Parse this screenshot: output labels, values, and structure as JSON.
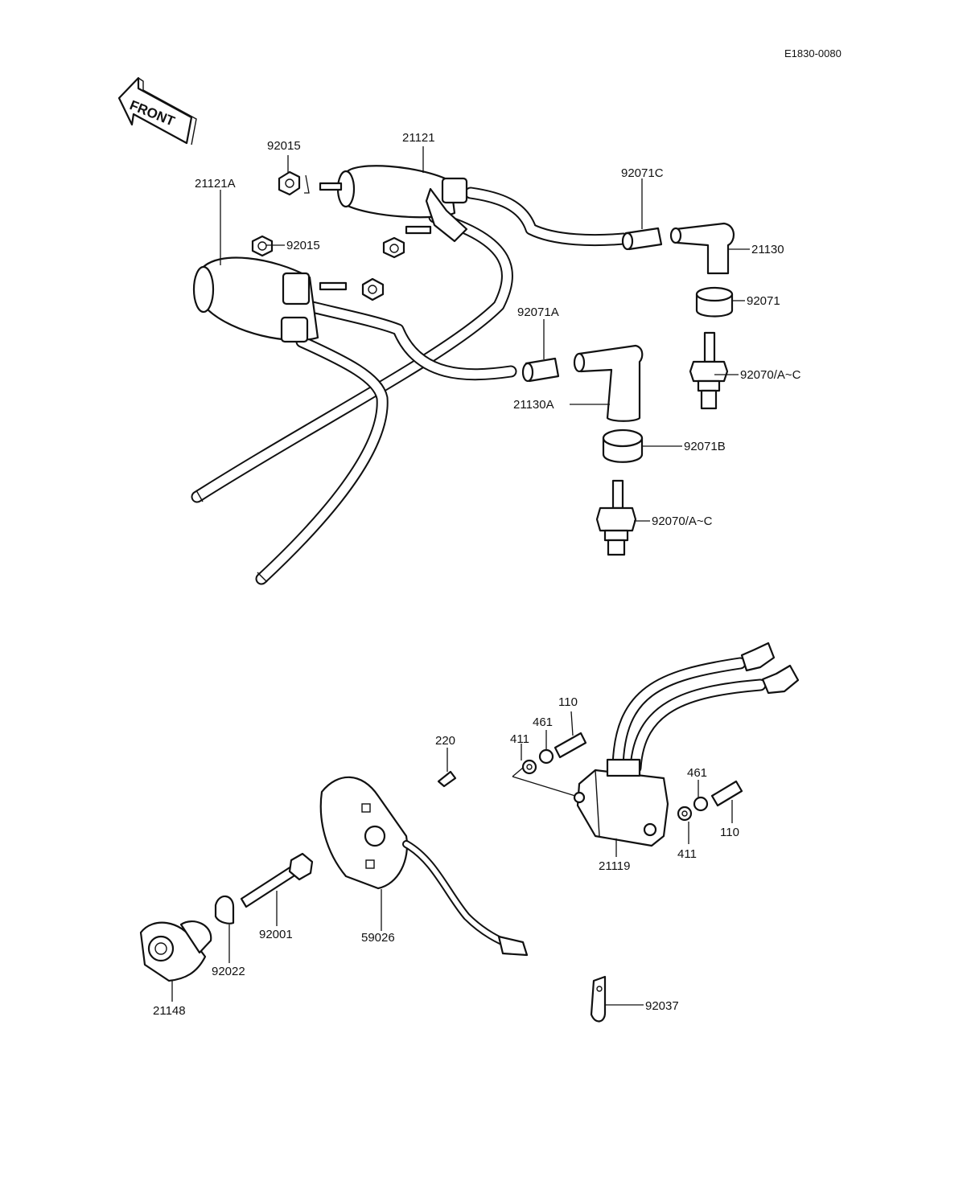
{
  "diagram": {
    "reference_code": "E1830-0080",
    "front_arrow_text": "FRONT",
    "labels": {
      "p92015_top": "92015",
      "p21121": "21121",
      "p21121A": "21121A",
      "p92015_mid": "92015",
      "p92071C": "92071C",
      "p21130": "21130",
      "p92071": "92071",
      "p92071A": "92071A",
      "p92070_top": "92070/A~C",
      "p21130A": "21130A",
      "p92071B": "92071B",
      "p92070_bottom": "92070/A~C",
      "p110_left": "110",
      "p461_left": "461",
      "p411_left": "411",
      "p220": "220",
      "p461_right": "461",
      "p110_right": "110",
      "p411_right": "411",
      "p21119": "21119",
      "p92001": "92001",
      "p59026": "59026",
      "p92022": "92022",
      "p21148": "21148",
      "p92037": "92037"
    }
  }
}
